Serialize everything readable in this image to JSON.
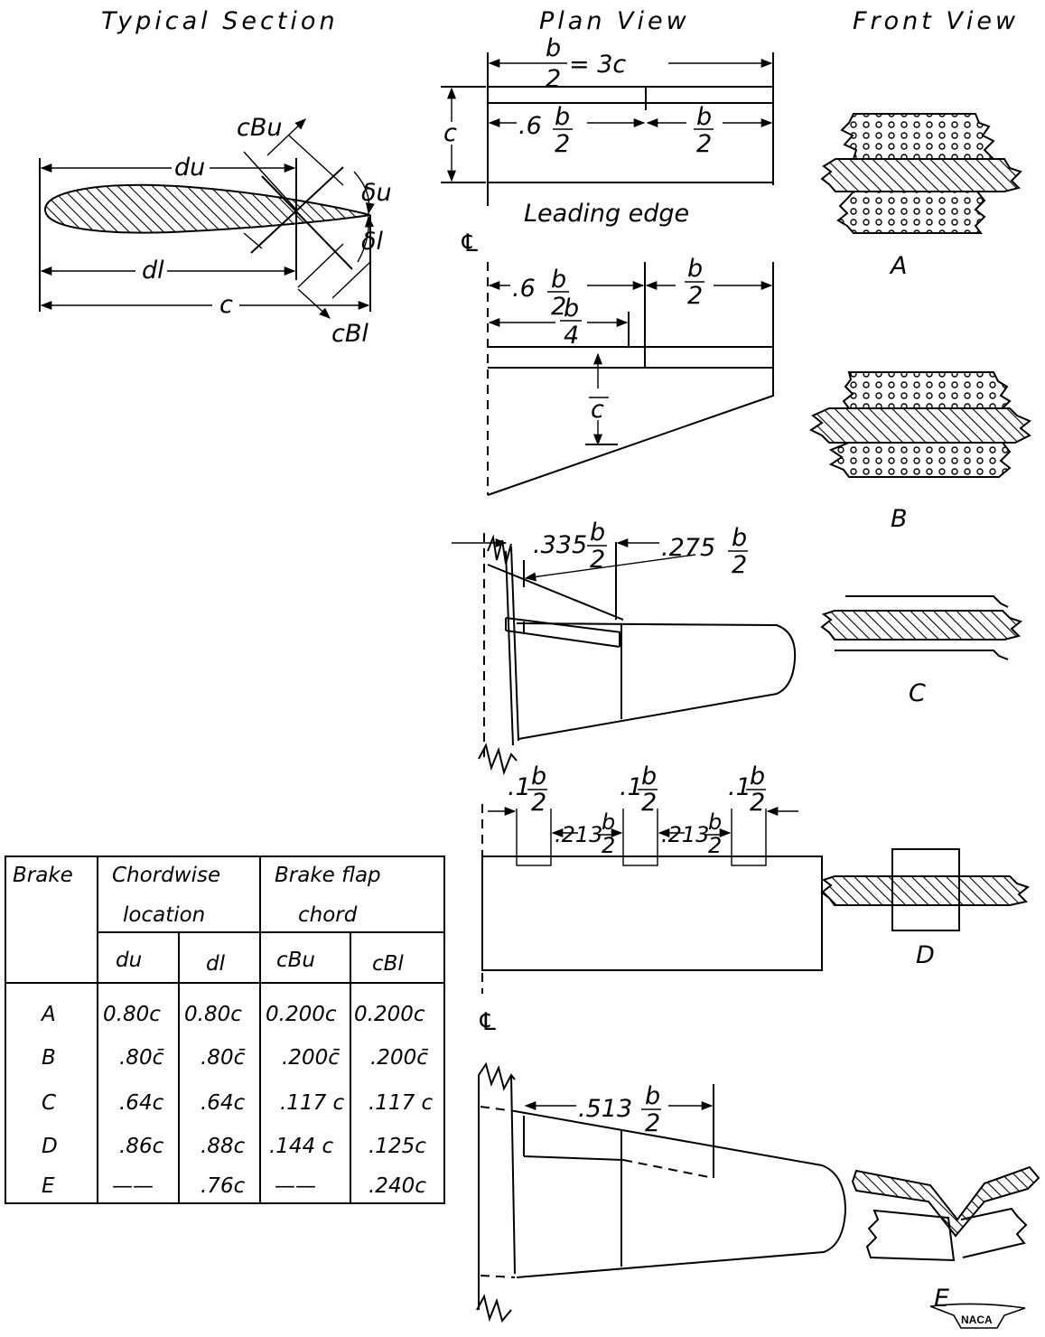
{
  "titles": {
    "typical_section": "Typical Section",
    "plan_view": "Plan View",
    "front_view": "Front View"
  },
  "section_labels": {
    "cbu": "cBu",
    "du": "du",
    "delta_u": "δu",
    "dl": "dl",
    "delta_l": "δl",
    "c": "c",
    "cbl": "cBl"
  },
  "plan_labels": {
    "leading_edge": "Leading edge",
    "centerline": "℄",
    "b2_eq": "= 3c",
    "c": "c",
    "six": ".6",
    "b": "b",
    "two": "2",
    "four": "4",
    "c_bar": "c",
    "d335": ".335",
    "d275": ".275",
    "d1": ".1",
    "d213": ".213",
    "d513": ".513"
  },
  "front_labels": [
    "A",
    "B",
    "C",
    "D",
    "E"
  ],
  "table": {
    "headers": {
      "brake": "Brake",
      "chordwise_1": "Chordwise",
      "chordwise_2": "location",
      "flap_1": "Brake flap",
      "flap_2": "chord"
    },
    "subheaders": [
      "du",
      "dl",
      "cBu",
      "cBl"
    ],
    "rows": [
      {
        "brake": "A",
        "du": "0.80c",
        "dl": "0.80c",
        "cbu": "0.200c",
        "cbl": "0.200c"
      },
      {
        "brake": "B",
        "du": ".80c̄",
        "dl": ".80c̄",
        "cbu": ".200c̄",
        "cbl": ".200c̄"
      },
      {
        "brake": "C",
        "du": ".64c",
        "dl": ".64c",
        "cbu": ".117 c",
        "cbl": ".117 c"
      },
      {
        "brake": "D",
        "du": ".86c",
        "dl": ".88c",
        "cbu": ".144 c",
        "cbl": ".125c"
      },
      {
        "brake": "E",
        "du": "——",
        "dl": ".76c",
        "cbu": "——",
        "cbl": ".240c"
      }
    ]
  },
  "logo": "NACA"
}
